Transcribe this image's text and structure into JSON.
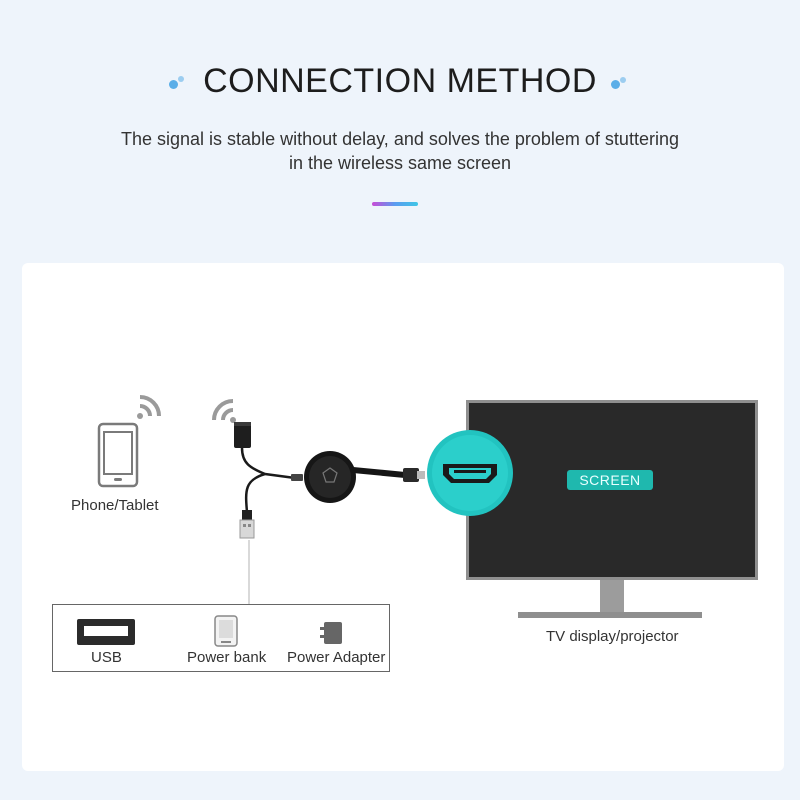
{
  "header": {
    "title": "CONNECTION METHOD",
    "subtitle_line1": "The signal is stable without delay, and solves the problem of stuttering",
    "subtitle_line2": "in the wireless same screen"
  },
  "diagram": {
    "phone_label": "Phone/Tablet",
    "screen_label": "SCREEN",
    "tv_label": "TV display/projector",
    "power_options": [
      {
        "label": "USB",
        "icon": "usb-port-icon"
      },
      {
        "label": "Power bank",
        "icon": "power-bank-icon"
      },
      {
        "label": "Power Adapter",
        "icon": "power-adapter-icon"
      }
    ]
  },
  "colors": {
    "background": "#eef4fb",
    "card": "#ffffff",
    "accent_blue": "#4aa6e6",
    "teal": "#1fb8ae",
    "tv_screen": "#2a2a2a"
  }
}
